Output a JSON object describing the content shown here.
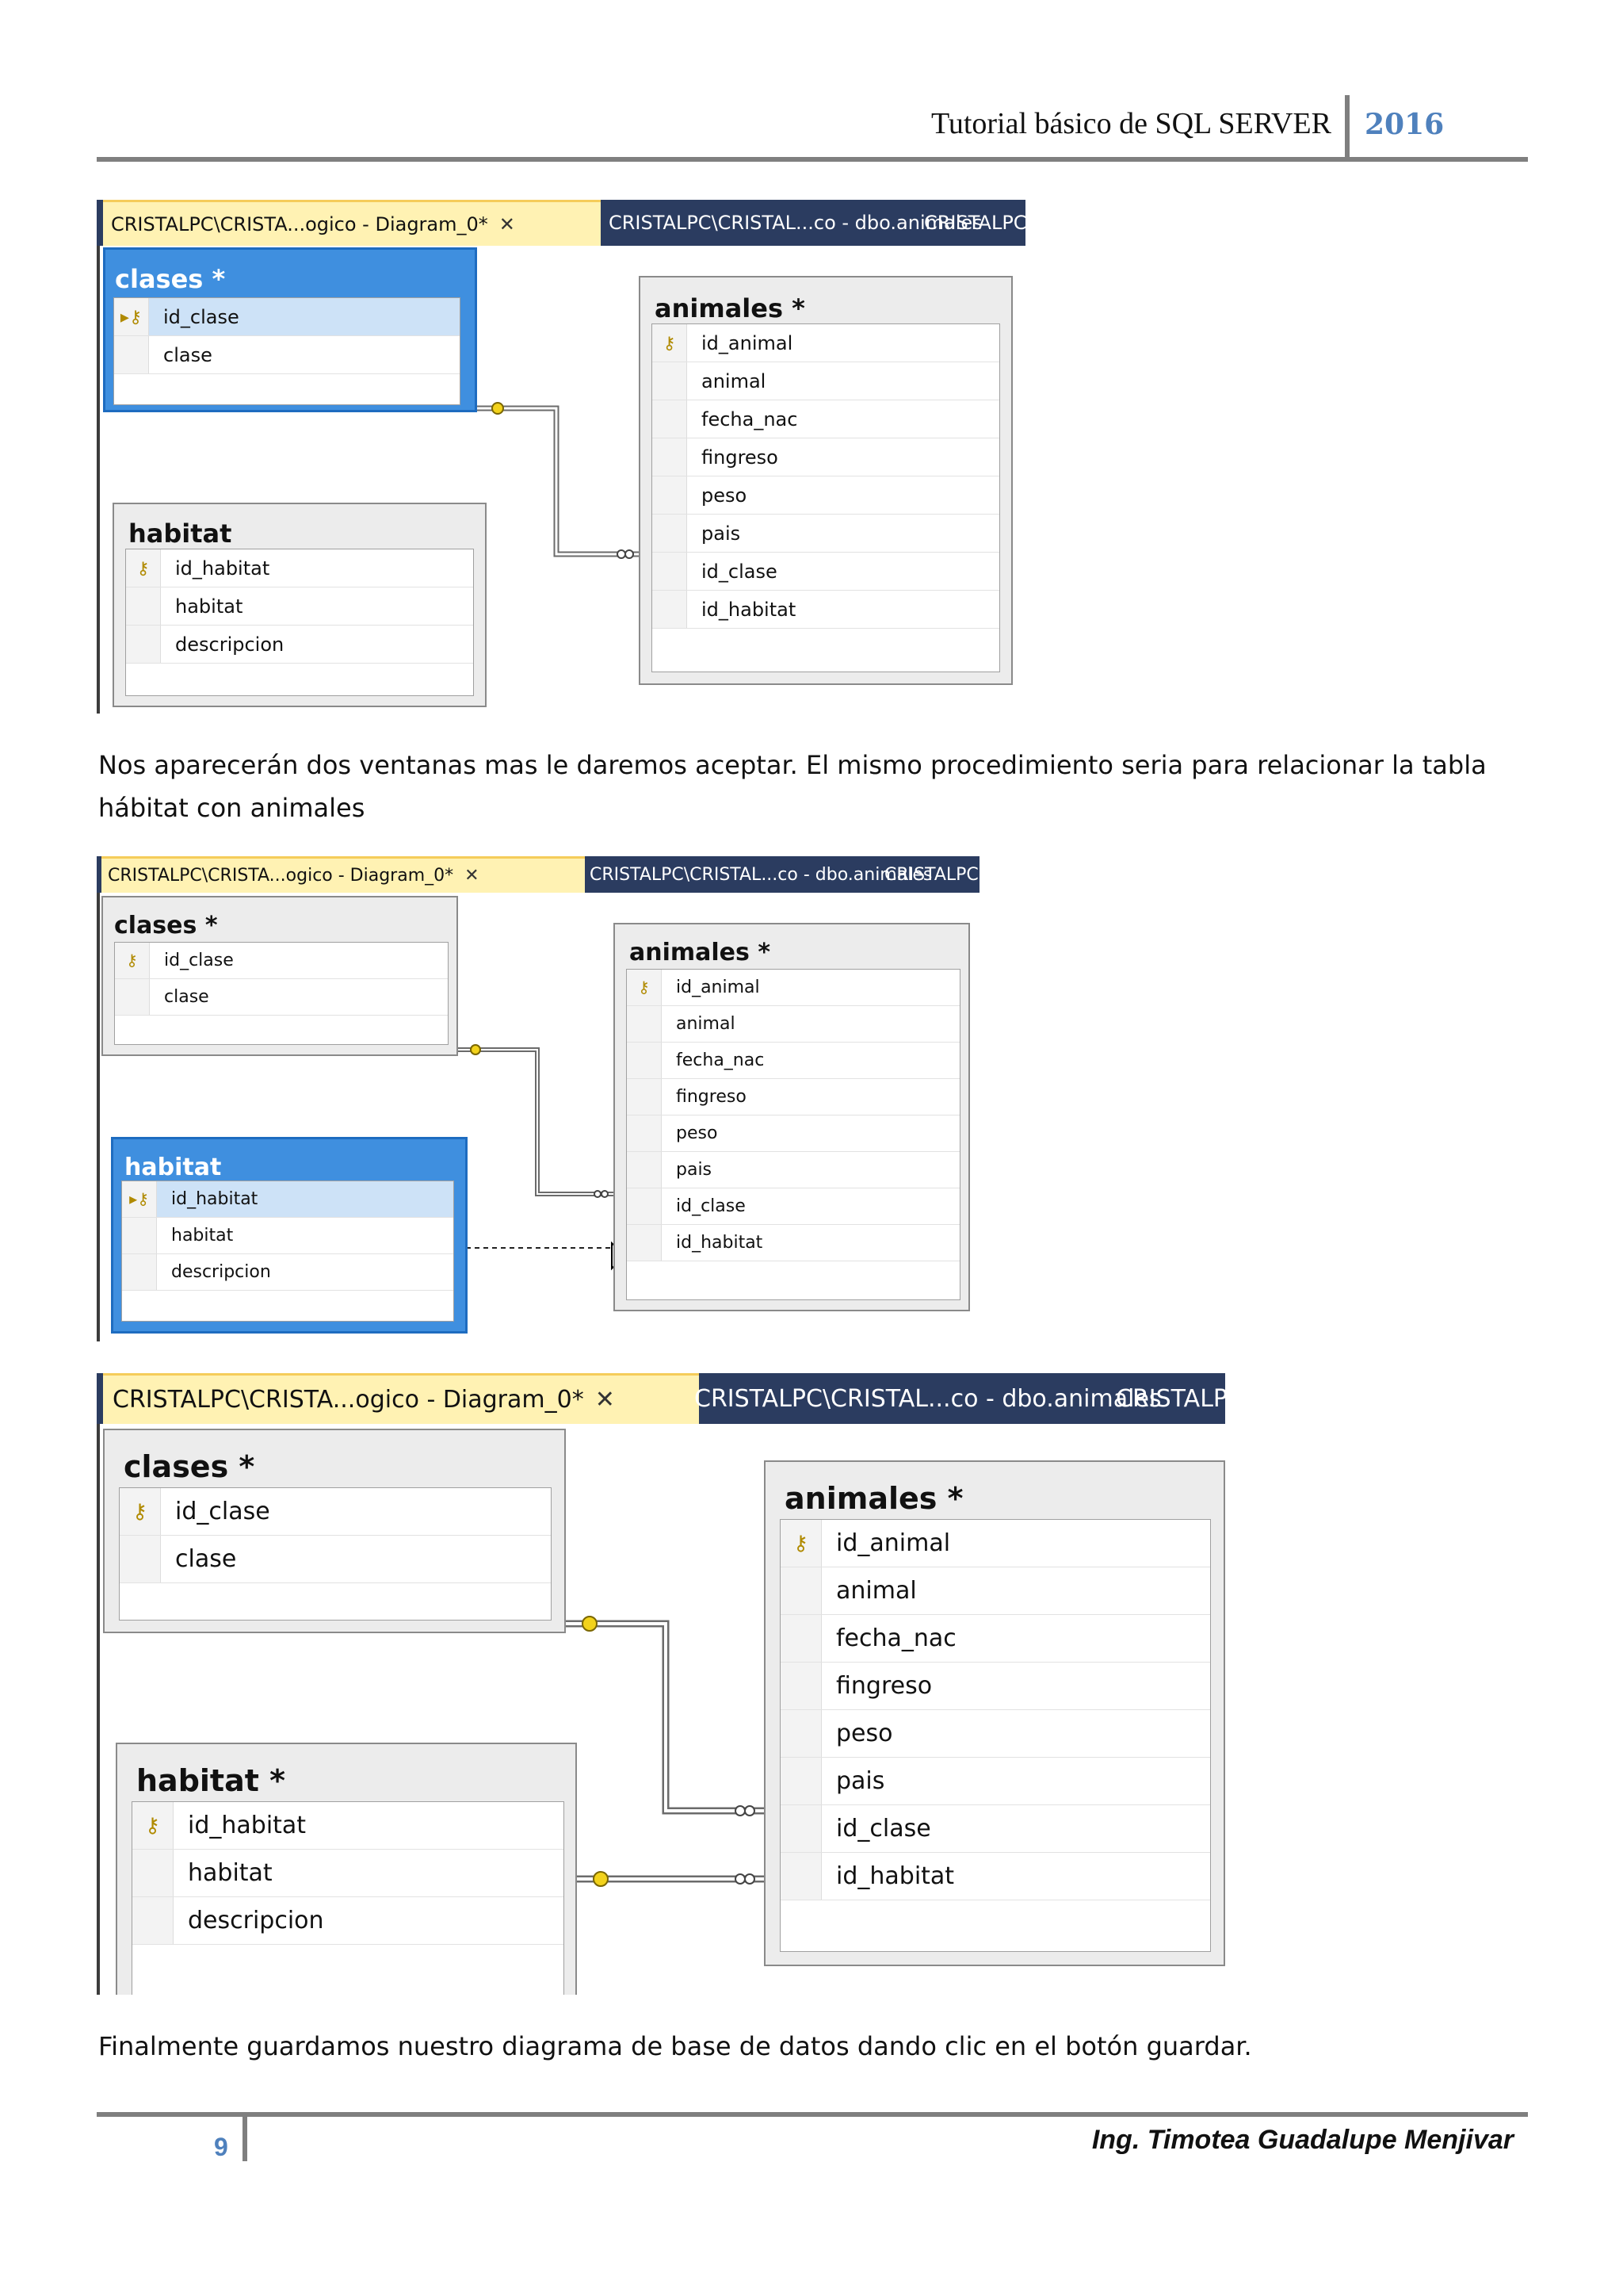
{
  "header": {
    "title": "Tutorial básico de SQL SERVER",
    "year": "2016"
  },
  "paragraphs": {
    "p1": "Nos aparecerán dos ventanas mas le daremos aceptar.  El mismo procedimiento seria para relacionar la tabla hábitat con animales",
    "p2": "Finalmente guardamos nuestro diagrama de base de datos dando clic en el botón guardar."
  },
  "tabs": {
    "diagram": "CRISTALPC\\CRISTA...ogico - Diagram_0*",
    "close": "✕",
    "animales": "CRISTALPC\\CRISTAL...co - dbo.animales",
    "other": "CRISTALPC"
  },
  "tables": {
    "clases": {
      "name": "clases *",
      "columns": [
        "id_clase",
        "clase"
      ]
    },
    "animales": {
      "name": "animales *",
      "columns": [
        "id_animal",
        "animal",
        "fecha_nac",
        "fingreso",
        "peso",
        "pais",
        "id_clase",
        "id_habitat"
      ]
    },
    "habitat": {
      "name": "habitat",
      "name_modified": "habitat *",
      "columns": [
        "id_habitat",
        "habitat",
        "descripcion"
      ]
    }
  },
  "footer": {
    "page": "9",
    "author": "Ing. Timotea Guadalupe Menjivar"
  }
}
